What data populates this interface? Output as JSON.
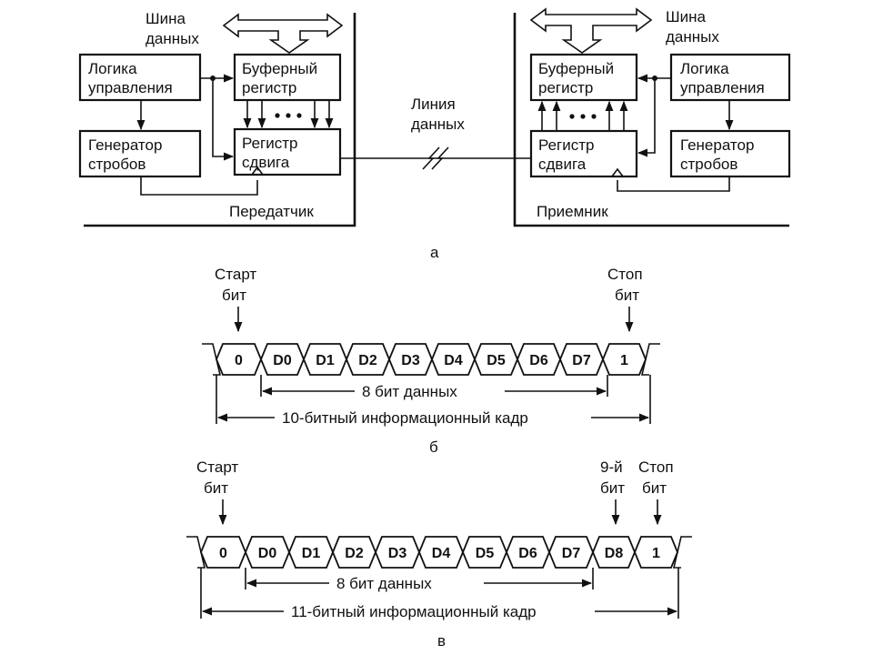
{
  "diagram_a": {
    "caption": "а",
    "tx": {
      "bus_label": [
        "Шина",
        "данных"
      ],
      "control_logic": [
        "Логика",
        "управления"
      ],
      "buffer_register": [
        "Буферный",
        "регистр"
      ],
      "strobe_generator": [
        "Генератор",
        "стробов"
      ],
      "shift_register": [
        "Регистр",
        "сдвига"
      ],
      "name": "Передатчик"
    },
    "line_label": [
      "Линия",
      "данных"
    ],
    "rx": {
      "bus_label": [
        "Шина",
        "данных"
      ],
      "control_logic": [
        "Логика",
        "управления"
      ],
      "buffer_register": [
        "Буферный",
        "регистр"
      ],
      "strobe_generator": [
        "Генератор",
        "стробов"
      ],
      "shift_register": [
        "Регистр",
        "сдвига"
      ],
      "name": "Приемник"
    }
  },
  "diagram_b": {
    "caption": "б",
    "start_label": [
      "Старт",
      "бит"
    ],
    "stop_label": [
      "Стоп",
      "бит"
    ],
    "cells": [
      "0",
      "D0",
      "D1",
      "D2",
      "D3",
      "D4",
      "D5",
      "D6",
      "D7",
      "1"
    ],
    "data_span": "8 бит данных",
    "frame_span": "10-битный информационный кадр"
  },
  "diagram_v": {
    "caption": "в",
    "start_label": [
      "Старт",
      "бит"
    ],
    "ninth_label": [
      "9-й",
      "бит"
    ],
    "stop_label": [
      "Стоп",
      "бит"
    ],
    "cells": [
      "0",
      "D0",
      "D1",
      "D2",
      "D3",
      "D4",
      "D5",
      "D6",
      "D7",
      "D8",
      "1"
    ],
    "data_span": "8 бит данных",
    "frame_span": "11-битный информационный кадр"
  }
}
